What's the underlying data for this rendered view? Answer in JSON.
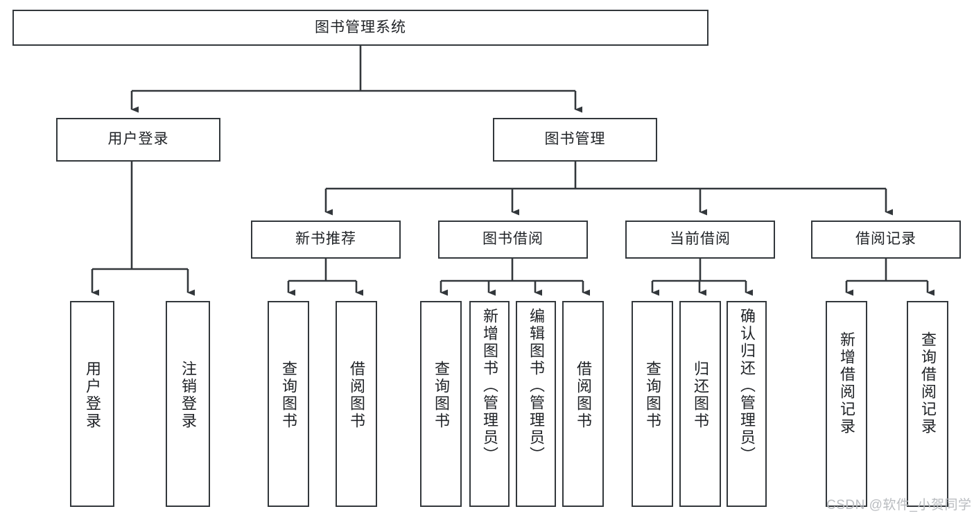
{
  "diagram": {
    "title": "图书管理系统",
    "type": "tree-hierarchy",
    "watermark": "CSDN @软件_小贺同学",
    "colors": {
      "stroke": "#32373b",
      "fill": "#ffffff",
      "text": "#1f2226",
      "watermark": "#b9bcc0"
    },
    "nodes": {
      "root": {
        "label": "图书管理系统"
      },
      "level2": [
        {
          "id": "user-login",
          "label": "用户登录"
        },
        {
          "id": "book-manage",
          "label": "图书管理"
        }
      ],
      "level3": [
        {
          "id": "new-book-recommend",
          "label": "新书推荐"
        },
        {
          "id": "book-borrow",
          "label": "图书借阅"
        },
        {
          "id": "current-borrow",
          "label": "当前借阅"
        },
        {
          "id": "borrow-record",
          "label": "借阅记录"
        }
      ],
      "leaves": {
        "user-login": [
          {
            "id": "leaf-user-login",
            "label": "用户登录"
          },
          {
            "id": "leaf-user-logout",
            "label": "注销登录"
          }
        ],
        "new-book-recommend": [
          {
            "id": "leaf-query-book-1",
            "label": "查询图书"
          },
          {
            "id": "leaf-borrow-book-1",
            "label": "借阅图书"
          }
        ],
        "book-borrow": [
          {
            "id": "leaf-query-book-2",
            "label": "查询图书"
          },
          {
            "id": "leaf-add-book",
            "label": "新增图书（管理员）"
          },
          {
            "id": "leaf-edit-book",
            "label": "编辑图书（管理员）"
          },
          {
            "id": "leaf-borrow-book-2",
            "label": "借阅图书"
          }
        ],
        "current-borrow": [
          {
            "id": "leaf-query-book-3",
            "label": "查询图书"
          },
          {
            "id": "leaf-return-book",
            "label": "归还图书"
          },
          {
            "id": "leaf-confirm-return",
            "label": "确认归还（管理员）"
          }
        ],
        "borrow-record": [
          {
            "id": "leaf-add-record",
            "label": "新增借阅记录"
          },
          {
            "id": "leaf-query-record",
            "label": "查询借阅记录"
          }
        ]
      }
    }
  }
}
